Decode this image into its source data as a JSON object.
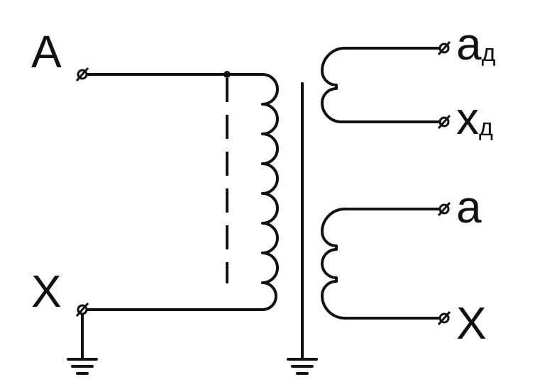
{
  "labels": {
    "primary_top": "A",
    "primary_bottom": "X",
    "aux_top_main": "a",
    "aux_top_sub": "д",
    "aux_bottom_main": "x",
    "aux_bottom_sub": "д",
    "secondary_top": "a",
    "secondary_bottom": "X"
  },
  "colors": {
    "ink": "#111111",
    "background": "#ffffff"
  },
  "icons": [
    "terminal-icon",
    "ground-icon"
  ]
}
